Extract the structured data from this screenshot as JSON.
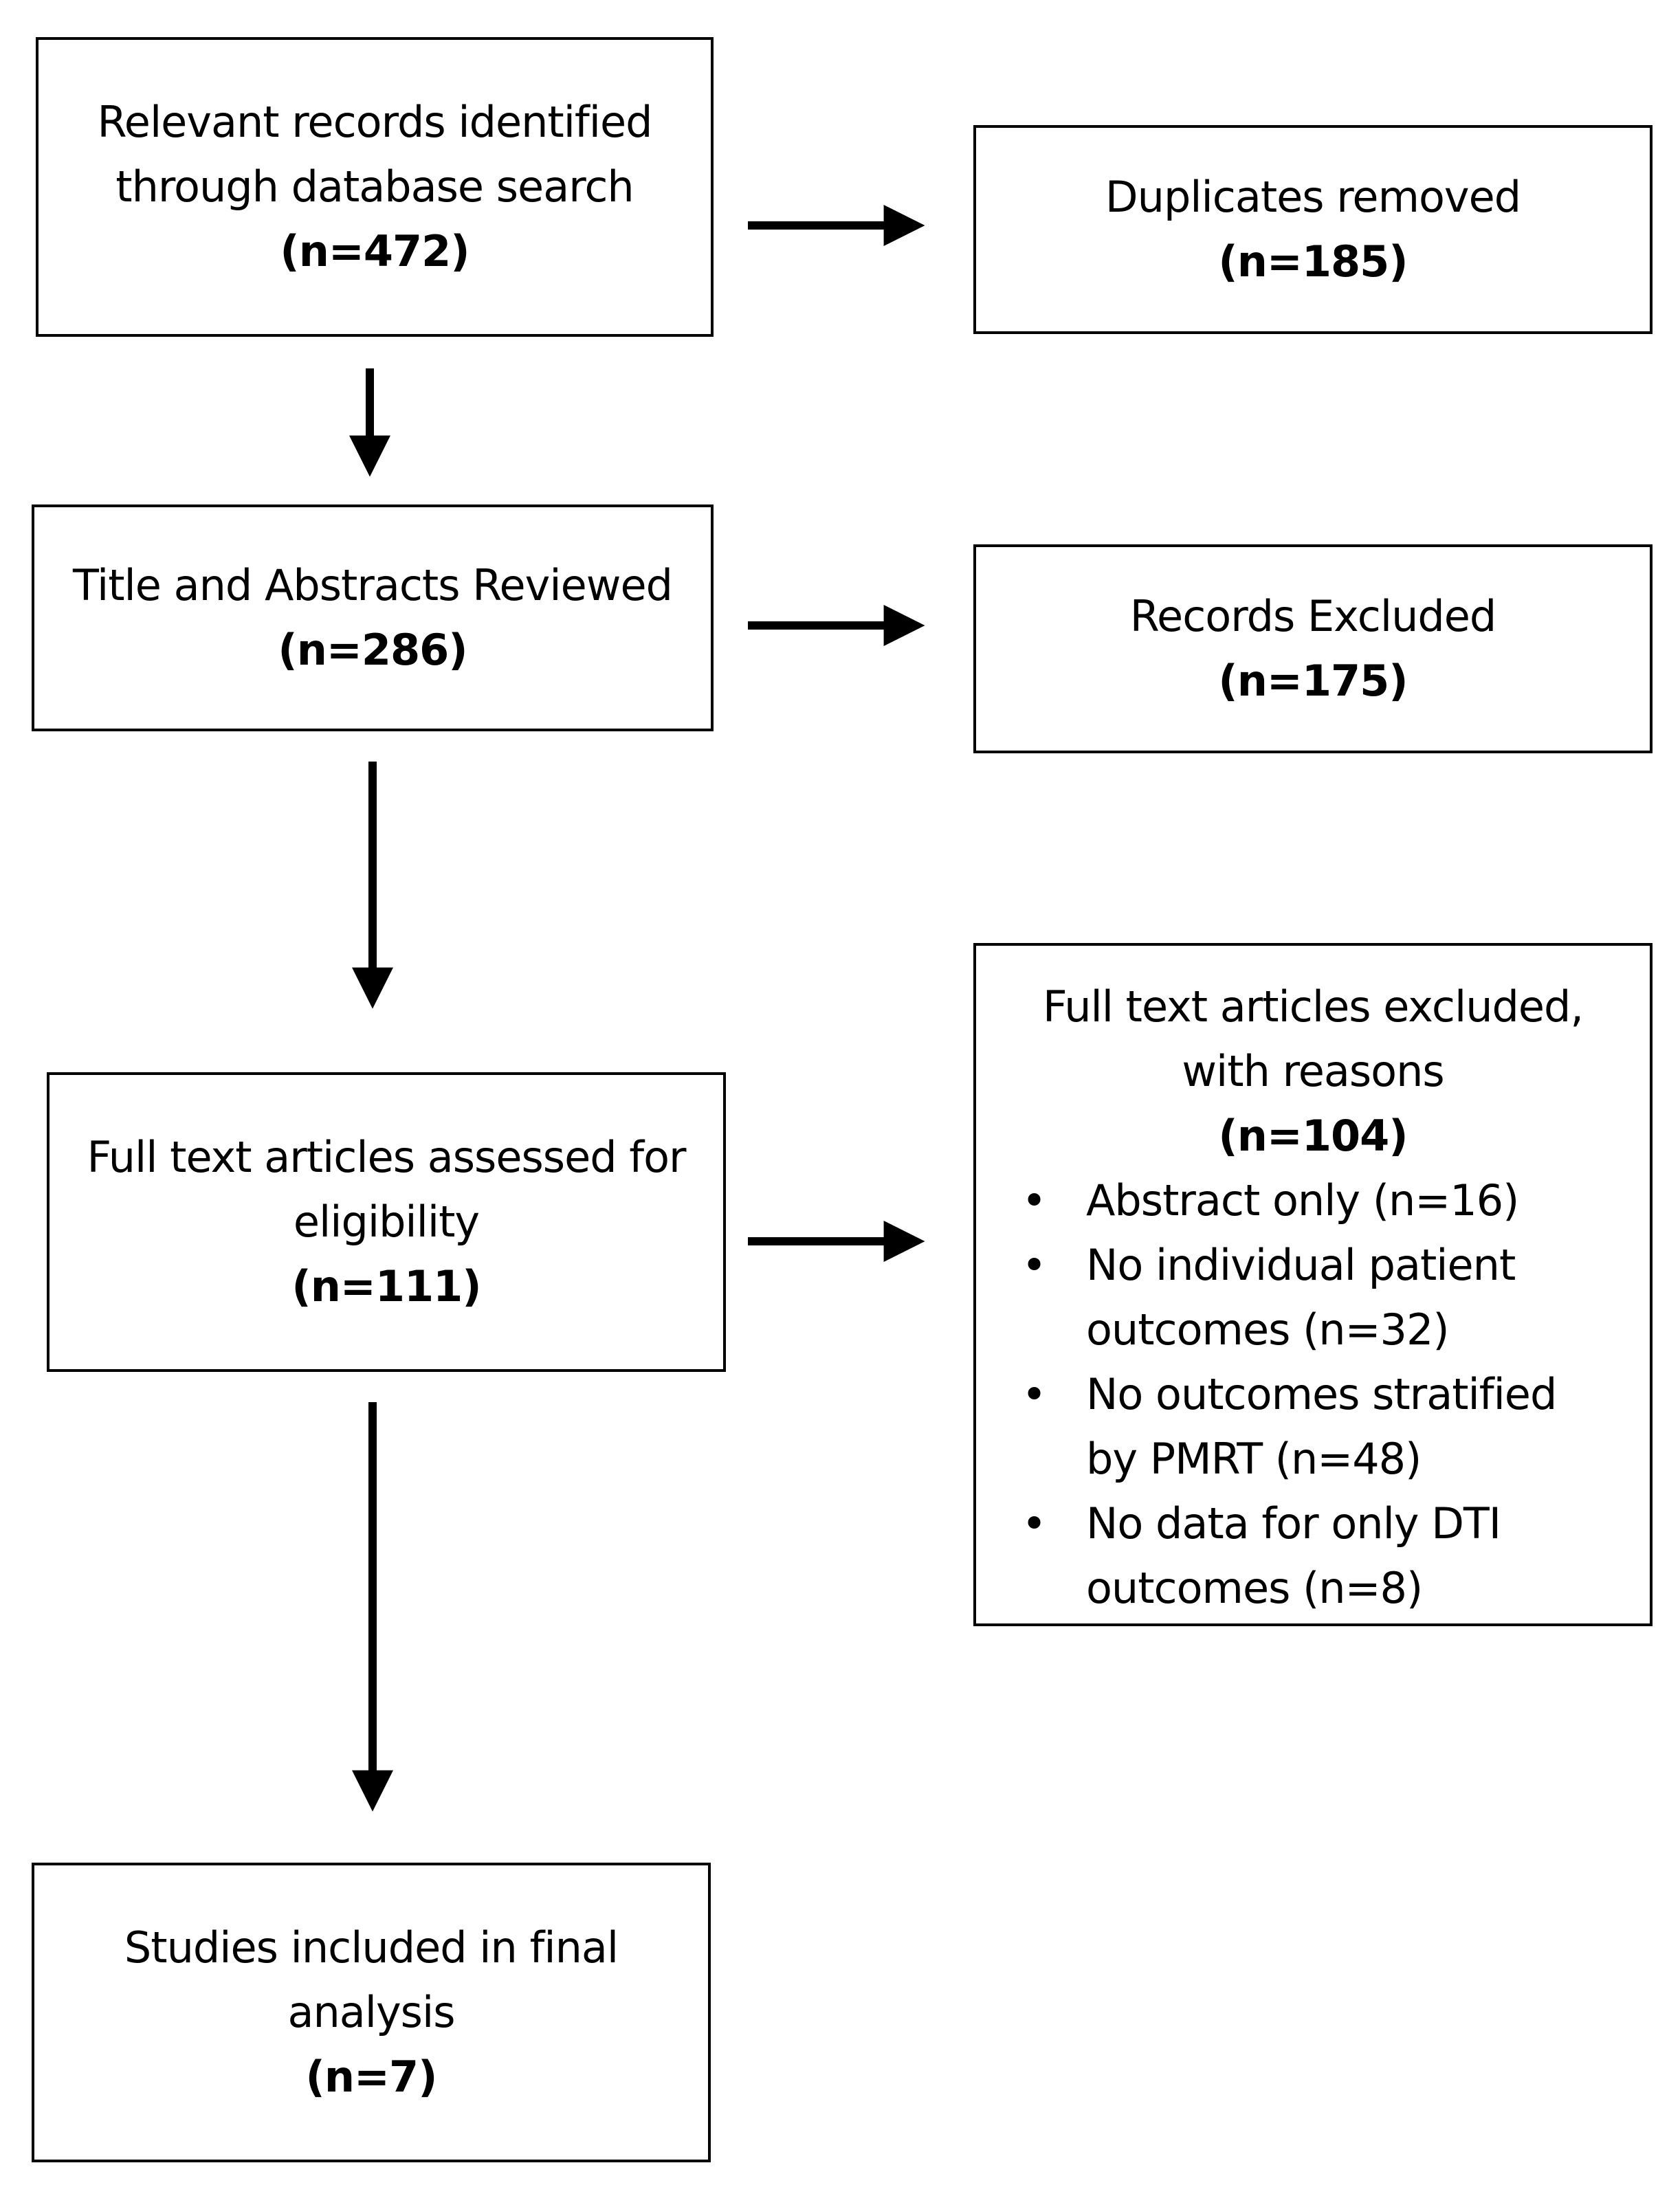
{
  "flowchart": {
    "identified": {
      "lines": [
        "Relevant records identified",
        "through database search"
      ],
      "count": "(n=472)"
    },
    "duplicates": {
      "lines": [
        "Duplicates removed"
      ],
      "count": "(n=185)"
    },
    "screened": {
      "lines": [
        "Title and Abstracts Reviewed"
      ],
      "count": "(n=286)"
    },
    "excluded": {
      "lines": [
        "Records Excluded"
      ],
      "count": "(n=175)"
    },
    "fulltext": {
      "lines": [
        "Full text articles assessed for",
        "eligibility"
      ],
      "count": "(n=111)"
    },
    "reasons": {
      "lines": [
        "Full text articles excluded,",
        "with reasons"
      ],
      "count": "(n=104)",
      "bullet": "•",
      "items": [
        [
          "Abstract only (n=16)"
        ],
        [
          "No individual patient",
          "outcomes (n=32)"
        ],
        [
          "No outcomes stratified",
          "by PMRT (n=48)"
        ],
        [
          "No data for only DTI",
          "outcomes (n=8)"
        ]
      ]
    },
    "included": {
      "lines": [
        "Studies included in final",
        "analysis"
      ],
      "count": "(n=7)"
    }
  }
}
